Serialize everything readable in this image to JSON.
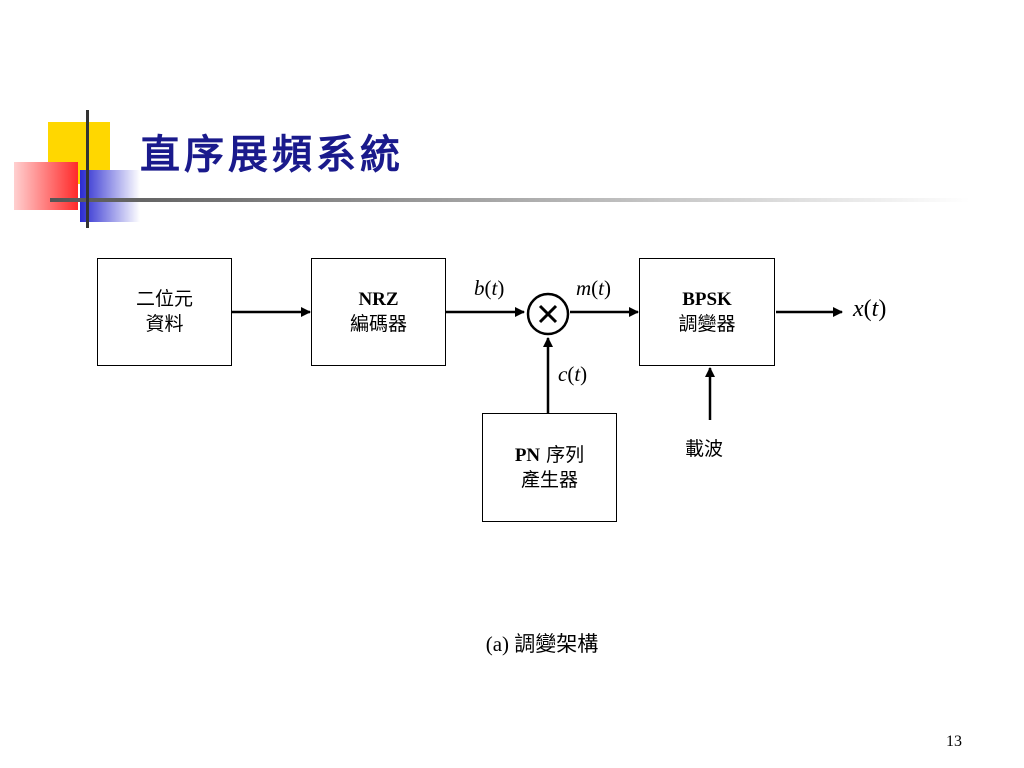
{
  "slide": {
    "title": "直序展頻系統",
    "page_number": "13",
    "caption": "(a) 調變架構"
  },
  "blocks": {
    "binary_data": {
      "line1": "二位元",
      "line2": "資料"
    },
    "nrz_encoder": {
      "line1": "NRZ",
      "line2": "編碼器"
    },
    "bpsk_modulator": {
      "line1": "BPSK",
      "line2": "調變器"
    },
    "pn_generator": {
      "line1_a": "PN",
      "line1_b": " 序列",
      "line2": "產生器"
    }
  },
  "signals": {
    "b_t": {
      "var": "b",
      "paren_open": "(",
      "arg": "t",
      "paren_close": ")"
    },
    "m_t": {
      "var": "m",
      "paren_open": "(",
      "arg": "t",
      "paren_close": ")"
    },
    "c_t": {
      "var": "c",
      "paren_open": "(",
      "arg": "t",
      "paren_close": ")"
    },
    "x_t": {
      "var": "x",
      "paren_open": "(",
      "arg": "t",
      "paren_close": ")"
    },
    "carrier": "載波"
  },
  "colors": {
    "title": "#1a1a8c",
    "deco_yellow": "#ffd700",
    "deco_red": "#ff3333",
    "deco_blue": "#3333dd"
  }
}
